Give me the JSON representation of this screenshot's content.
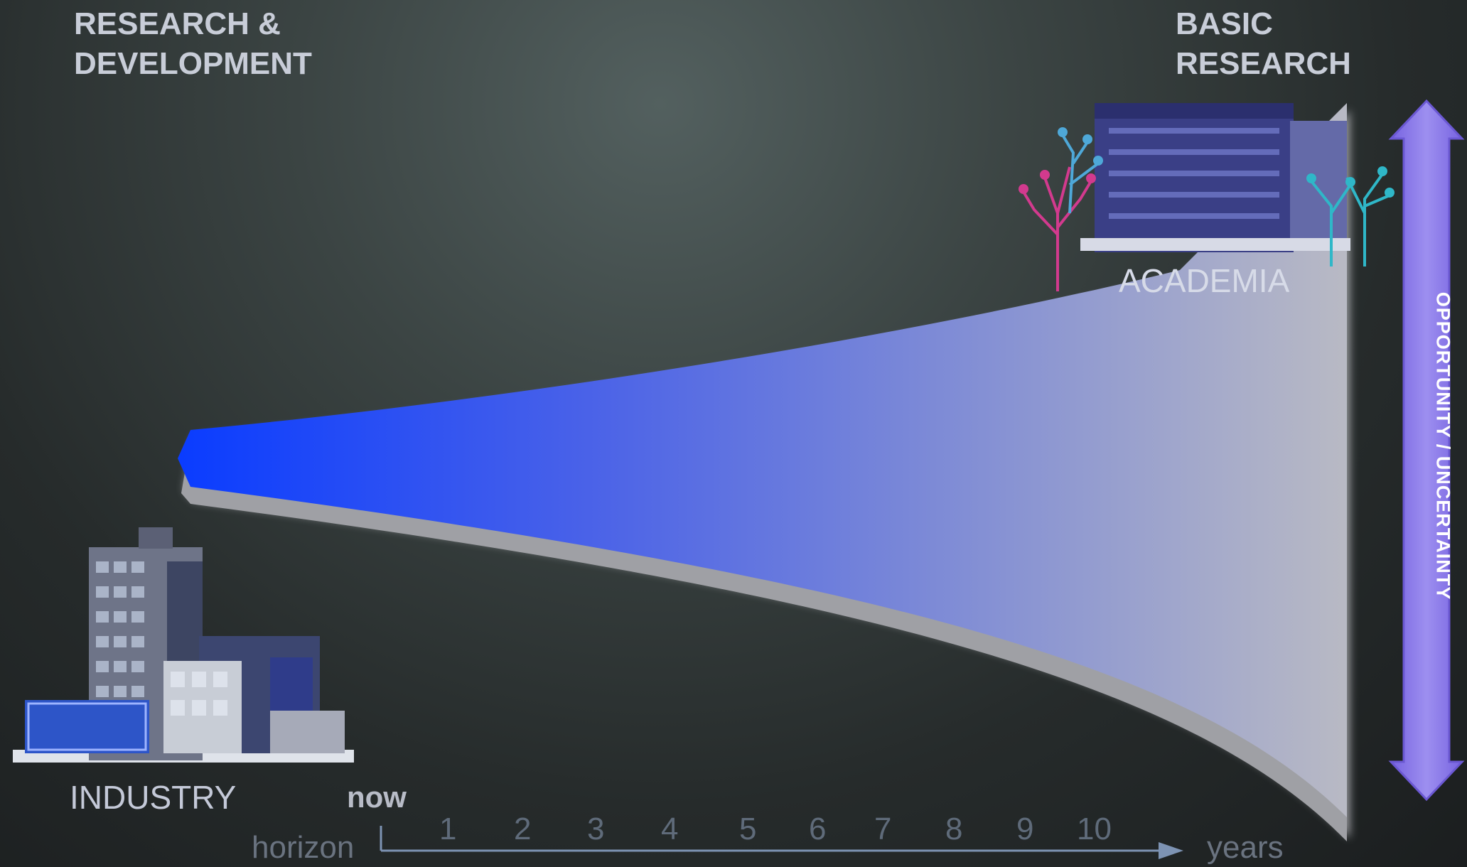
{
  "headings": {
    "left": [
      "RESEARCH &",
      "DEVELOPMENT"
    ],
    "right": [
      "BASIC",
      "RESEARCH"
    ]
  },
  "places": {
    "industry": "INDUSTRY",
    "academia": "ACADEMIA"
  },
  "vertical_axis": {
    "label": "OPPORTUNITY / UNCERTAINTY"
  },
  "time_axis": {
    "start": "now",
    "left_label": "horizon",
    "ticks": [
      "1",
      "2",
      "3",
      "4",
      "5",
      "6",
      "7",
      "8",
      "9",
      "10"
    ],
    "unit": "years"
  },
  "icons": [
    "industry-buildings-icon",
    "academia-building-icon",
    "circuit-tree-icon"
  ],
  "colors": {
    "funnel_start": "#0a3cff",
    "funnel_end": "#b9bac4",
    "arrow": "#8d7bea",
    "axis": "#7d93b3"
  }
}
